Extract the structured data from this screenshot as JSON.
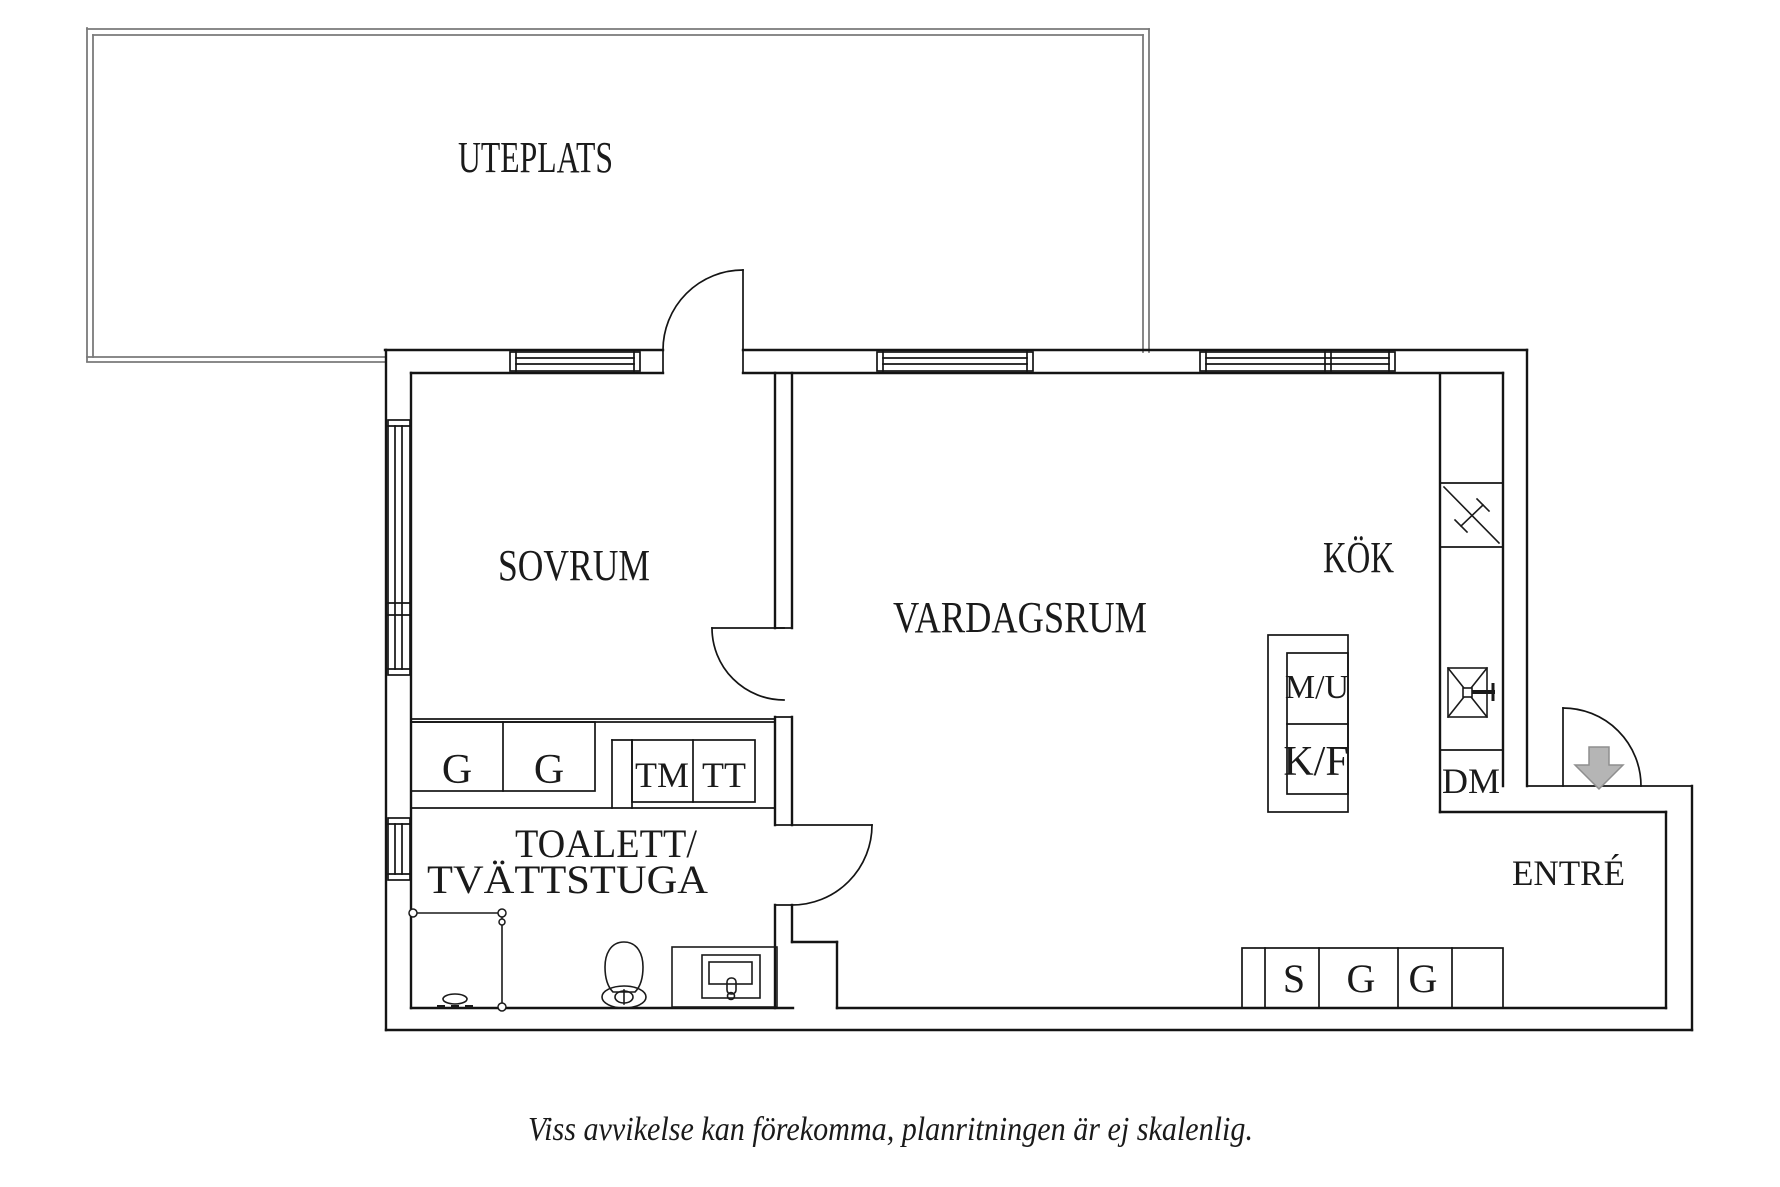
{
  "colors": {
    "wall_line": "#141414",
    "outdoor_line": "#7a7a7a",
    "arrow_fill": "#b5b5b5",
    "arrow_stroke": "#8f8f8f",
    "background": "#ffffff"
  },
  "rooms": {
    "uteplats": "UTEPLATS",
    "sovrum": "SOVRUM",
    "vardagsrum": "VARDAGSRUM",
    "kok": "KÖK",
    "toalett_line1": "TOALETT/",
    "toalett_line2": "TVÄTTSTUGA",
    "entre": "ENTRÉ"
  },
  "fixtures": {
    "wardrobe_1": "G",
    "wardrobe_2": "G",
    "washing_machine": "TM",
    "tumble_dryer": "TT",
    "micro_oven": "M/U",
    "fridge_freezer": "K/F",
    "dishwasher": "DM",
    "hall_cabinet_1": "S",
    "hall_cabinet_2": "G",
    "hall_cabinet_3": "G"
  },
  "caption": "Viss avvikelse kan förekomma, planritningen är ej skalenlig."
}
